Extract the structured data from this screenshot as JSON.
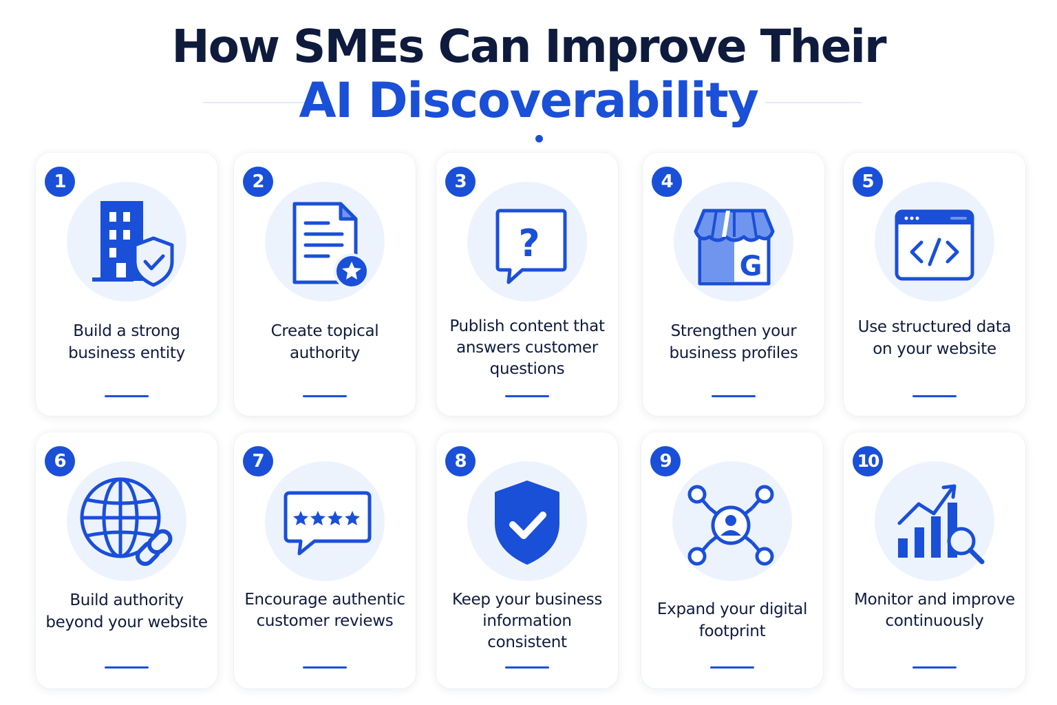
{
  "title": {
    "line1": "How SMEs Can Improve Their",
    "line2": "AI Discoverability"
  },
  "colors": {
    "accent": "#1a4fd8",
    "accent_light": "#6f95ee",
    "icon_bg": "#edf3fd",
    "text": "#0f1b3d"
  },
  "steps": [
    {
      "number": "1",
      "icon": "building-shield-icon",
      "label": "Build a strong business entity"
    },
    {
      "number": "2",
      "icon": "document-star-icon",
      "label": "Create topical authority"
    },
    {
      "number": "3",
      "icon": "question-bubble-icon",
      "label": "Publish content that answers customer questions"
    },
    {
      "number": "4",
      "icon": "google-storefront-icon",
      "label": "Strengthen your business profiles"
    },
    {
      "number": "5",
      "icon": "code-window-icon",
      "label": "Use structured data on your website"
    },
    {
      "number": "6",
      "icon": "globe-link-icon",
      "label": "Build authority beyond your website"
    },
    {
      "number": "7",
      "icon": "star-review-bubble-icon",
      "label": "Encourage authentic customer reviews"
    },
    {
      "number": "8",
      "icon": "shield-check-icon",
      "label": "Keep your business information consistent"
    },
    {
      "number": "9",
      "icon": "network-user-icon",
      "label": "Expand your digital footprint"
    },
    {
      "number": "10",
      "icon": "growth-chart-magnifier-icon",
      "label": "Monitor and improve continuously"
    }
  ]
}
